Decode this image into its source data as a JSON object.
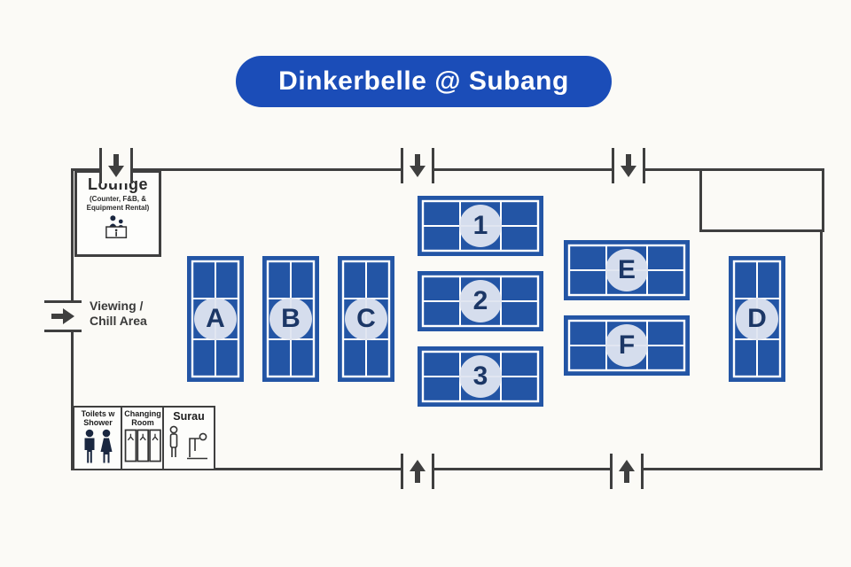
{
  "banner": {
    "title": "Dinkerbelle @ Subang"
  },
  "lounge": {
    "title": "Lounge",
    "subtitle_line1": "(Counter, F&B, &",
    "subtitle_line2": "Equipment Rental)"
  },
  "viewing_area": {
    "line1": "Viewing /",
    "line2": "Chill Area"
  },
  "facilities": {
    "toilets": {
      "line1": "Toilets w",
      "line2": "Shower"
    },
    "changing_room": {
      "line1": "Changing",
      "line2": "Room"
    },
    "surau": {
      "label": "Surau"
    }
  },
  "courts": [
    {
      "id": "A",
      "label": "A",
      "orientation": "vertical"
    },
    {
      "id": "B",
      "label": "B",
      "orientation": "vertical"
    },
    {
      "id": "C",
      "label": "C",
      "orientation": "vertical"
    },
    {
      "id": "1",
      "label": "1",
      "orientation": "horizontal"
    },
    {
      "id": "2",
      "label": "2",
      "orientation": "horizontal"
    },
    {
      "id": "3",
      "label": "3",
      "orientation": "horizontal"
    },
    {
      "id": "E",
      "label": "E",
      "orientation": "horizontal"
    },
    {
      "id": "F",
      "label": "F",
      "orientation": "horizontal"
    },
    {
      "id": "D",
      "label": "D",
      "orientation": "vertical"
    }
  ],
  "icons": {
    "entrance_top": "arrow-down-icon",
    "exit_bottom": "arrow-up-icon",
    "entrance_side": "arrow-right-icon",
    "lounge": "info-counter-icon",
    "toilets": "male-female-restroom-icon",
    "changing_room": "lockers-icon",
    "surau": "praying-person-icon"
  },
  "colors": {
    "banner_bg": "#1b4db8",
    "banner_text": "#ffffff",
    "court_blue": "#2355a5",
    "court_line": "#ffffff",
    "badge_bg": "#dfe5f0",
    "badge_text": "#1c3766",
    "wall": "#3f3f3f",
    "background": "#fbfaf6",
    "icon_navy": "#1a2740"
  }
}
